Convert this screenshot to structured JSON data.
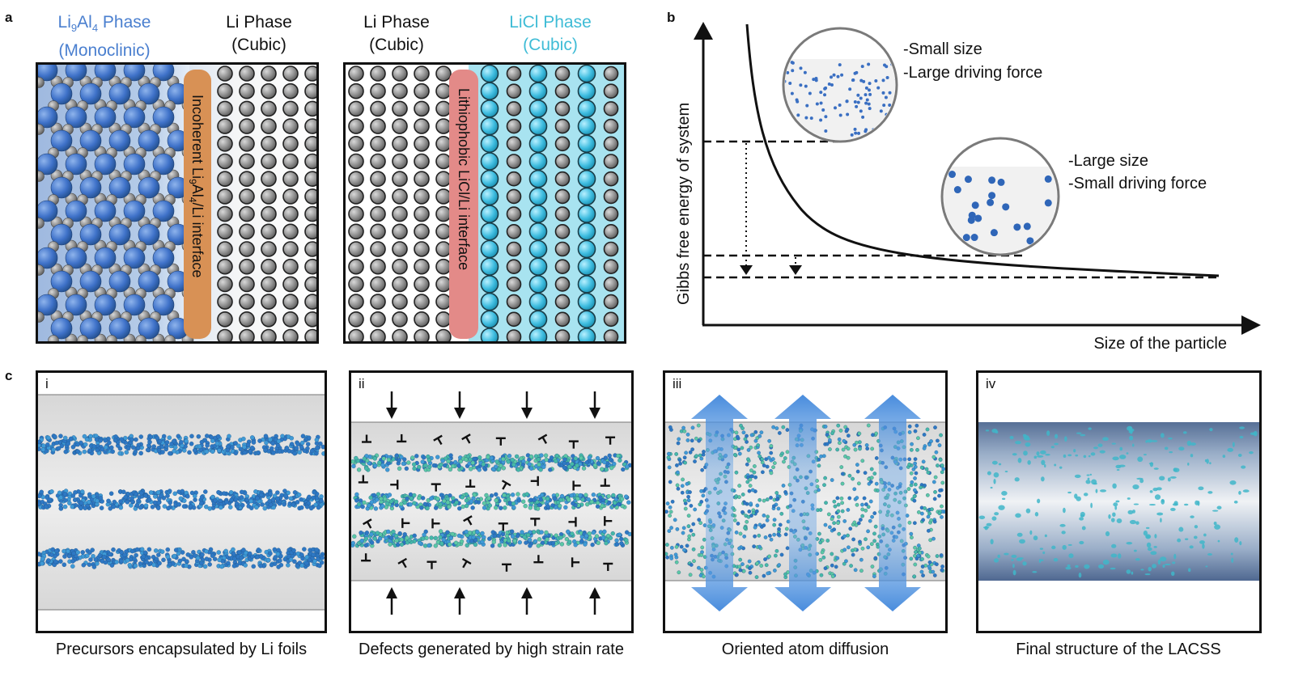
{
  "panel_labels": {
    "a": "a",
    "b": "b",
    "c": "c"
  },
  "panel_a": {
    "left_box": {
      "left_title_line1_pre": "Li",
      "left_title_line1_sub1": "9",
      "left_title_line1_mid": "Al",
      "left_title_line1_sub2": "4",
      "left_title_line1_post": " Phase",
      "left_title_line2": "(Monoclinic)",
      "right_title_line1": "Li Phase",
      "right_title_line2": "(Cubic)",
      "interface_pre": "Incoherent Li",
      "interface_sub1": "9",
      "interface_mid": "Al",
      "interface_sub2": "4",
      "interface_post": "/Li interface"
    },
    "right_box": {
      "left_title_line1": "Li Phase",
      "left_title_line2": "(Cubic)",
      "right_title_line1": "LiCl Phase",
      "right_title_line2": "(Cubic)",
      "interface_label": "Lithiophobic LiCl/Li interface"
    },
    "colors": {
      "li9al4_text": "#4a7fcf",
      "licl_text": "#3fbcd6",
      "interface_orange": "#d89155",
      "interface_red": "#e38a88",
      "licl_bg": "#a8e3f0"
    }
  },
  "panel_b": {
    "y_axis_label": "Gibbs free energy of system",
    "x_axis_label": "Size of the particle",
    "inset_small": {
      "line1": "-Small size",
      "line2": "-Large driving force"
    },
    "inset_large": {
      "line1": "-Large size",
      "line2": "-Small driving force"
    }
  },
  "panel_c": {
    "subpanels": [
      {
        "roman": "i",
        "caption": "Precursors encapsulated by Li foils"
      },
      {
        "roman": "ii",
        "caption": "Defects generated by high strain rate"
      },
      {
        "roman": "iii",
        "caption": "Oriented atom diffusion"
      },
      {
        "roman": "iv",
        "caption": "Final structure of the LACSS"
      }
    ]
  }
}
